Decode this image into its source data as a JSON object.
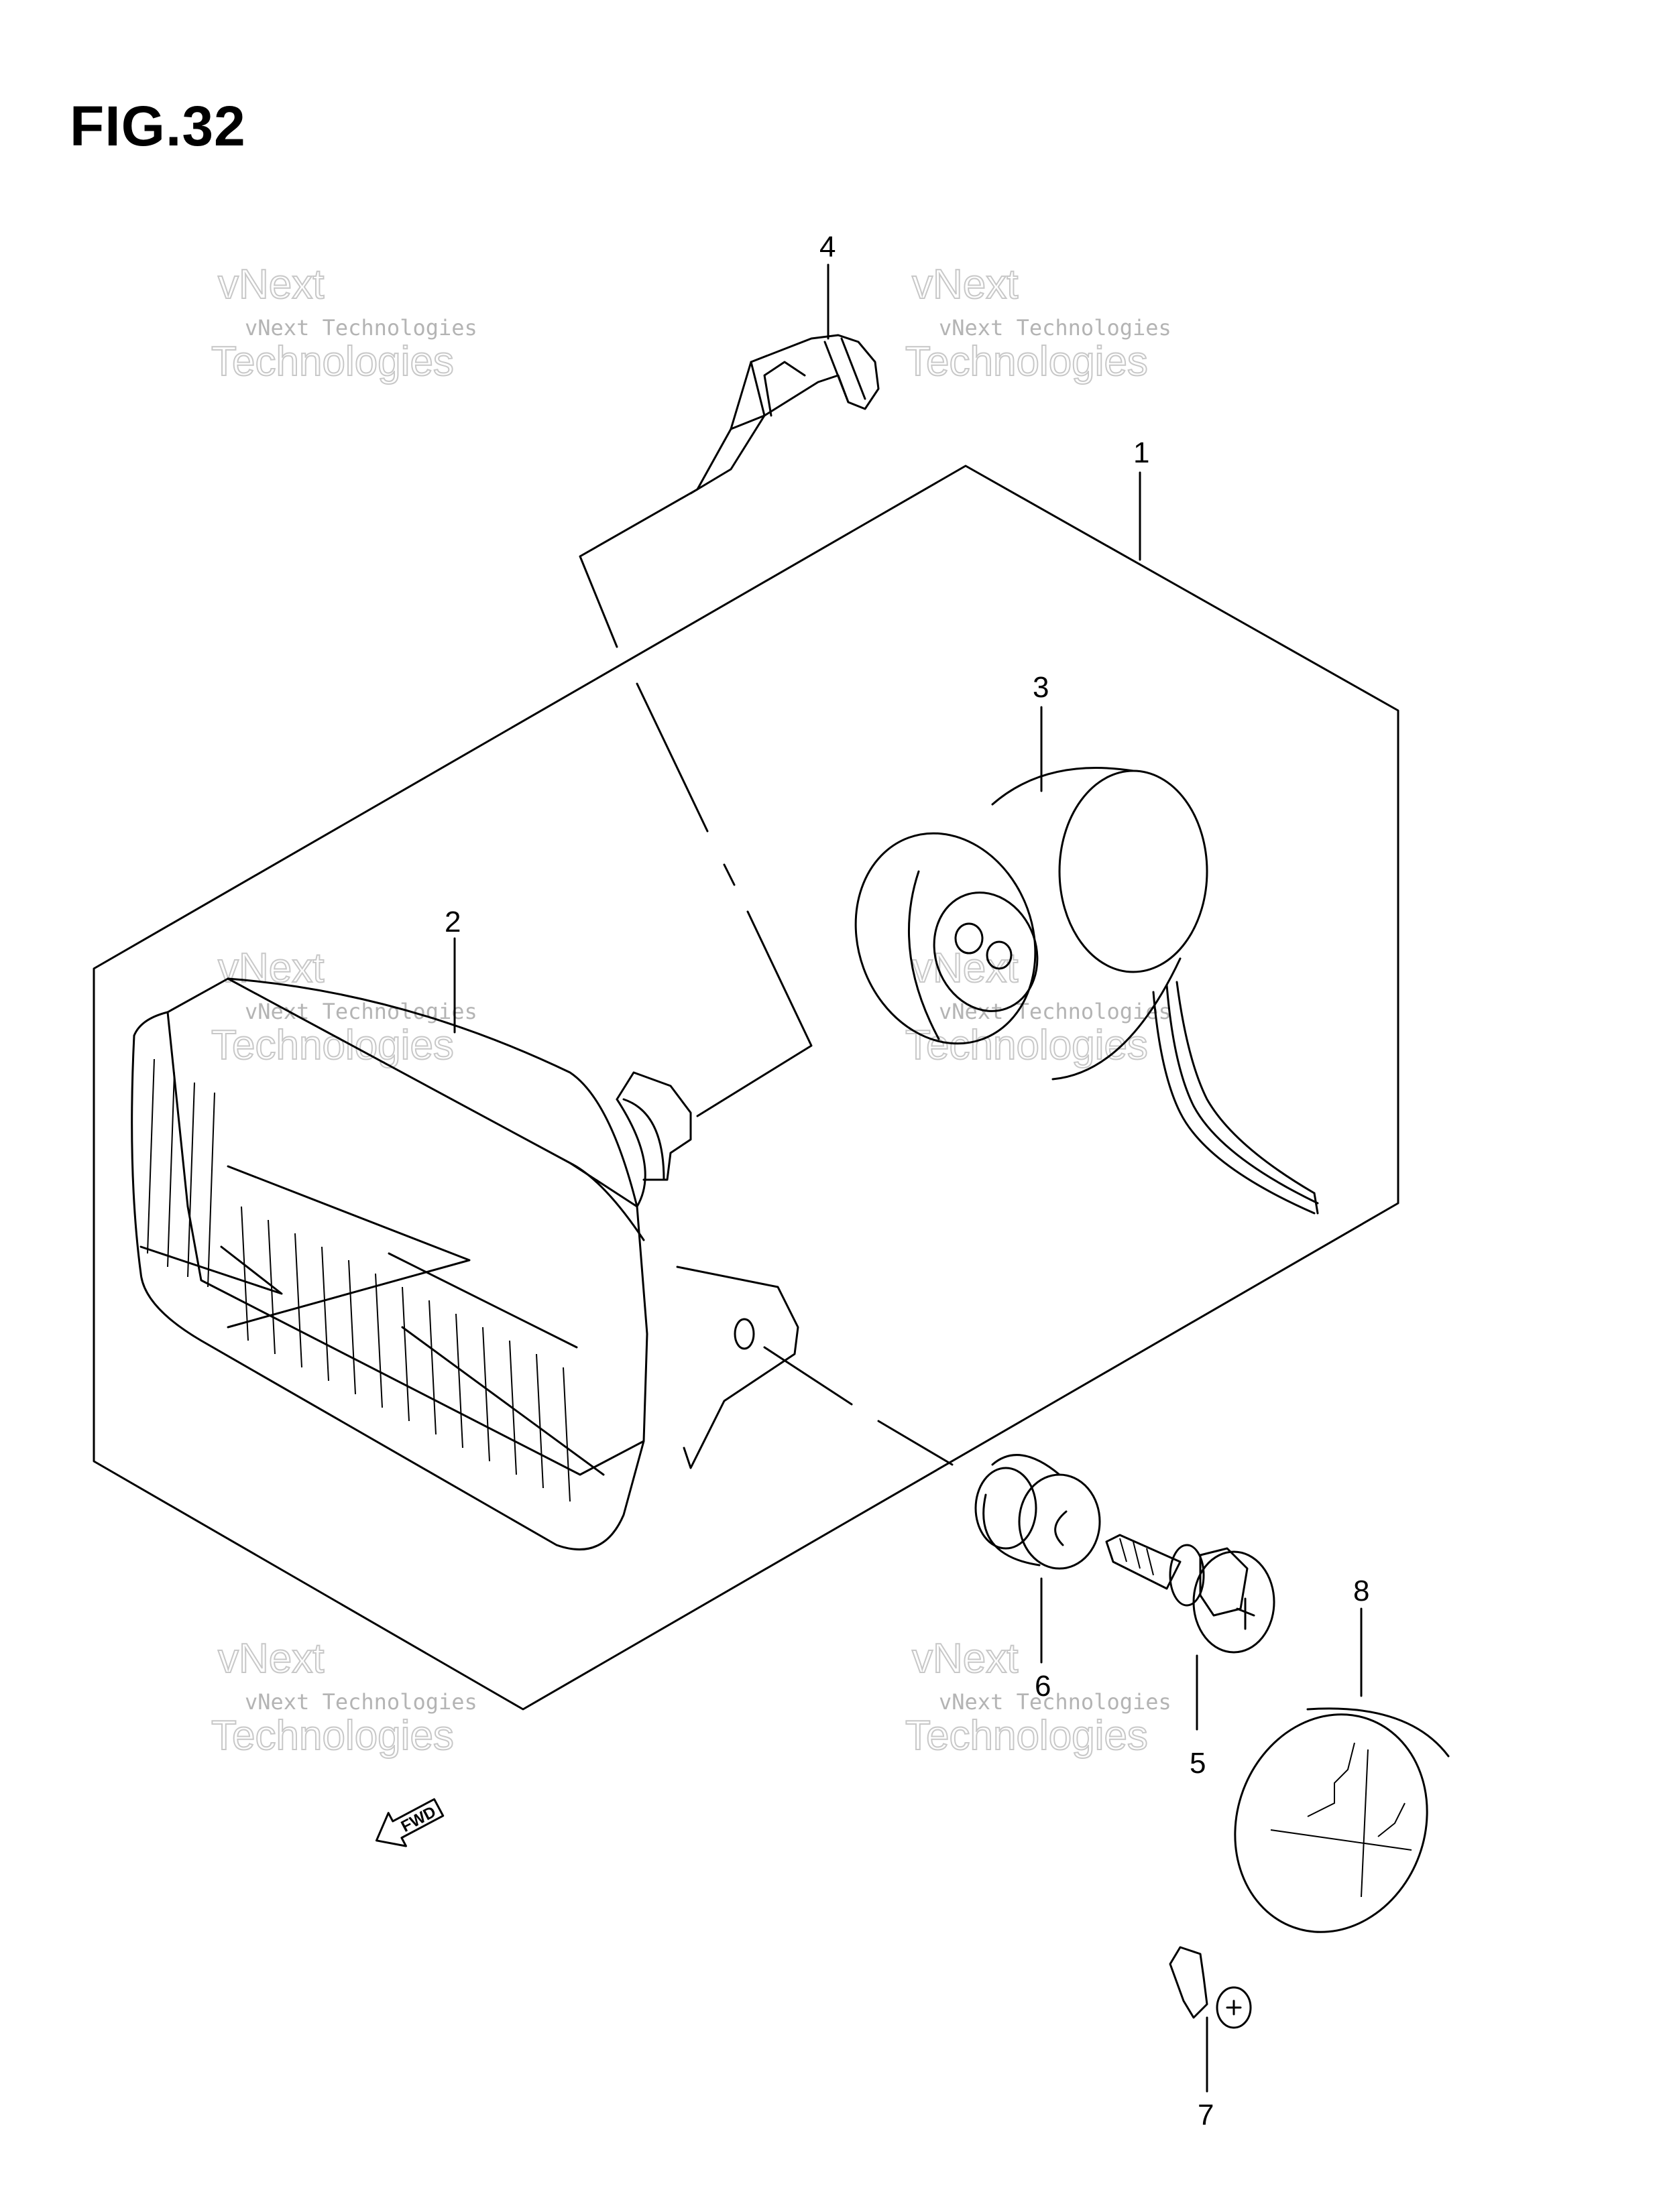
{
  "figure": {
    "title": "FIG.32"
  },
  "callouts": [
    "1",
    "2",
    "3",
    "4",
    "5",
    "6",
    "7",
    "8"
  ],
  "watermark": {
    "line1": "vNext Technologies",
    "line2": "vNext",
    "line3": "Technologies"
  },
  "direction_arrow": {
    "label": "FWD"
  }
}
